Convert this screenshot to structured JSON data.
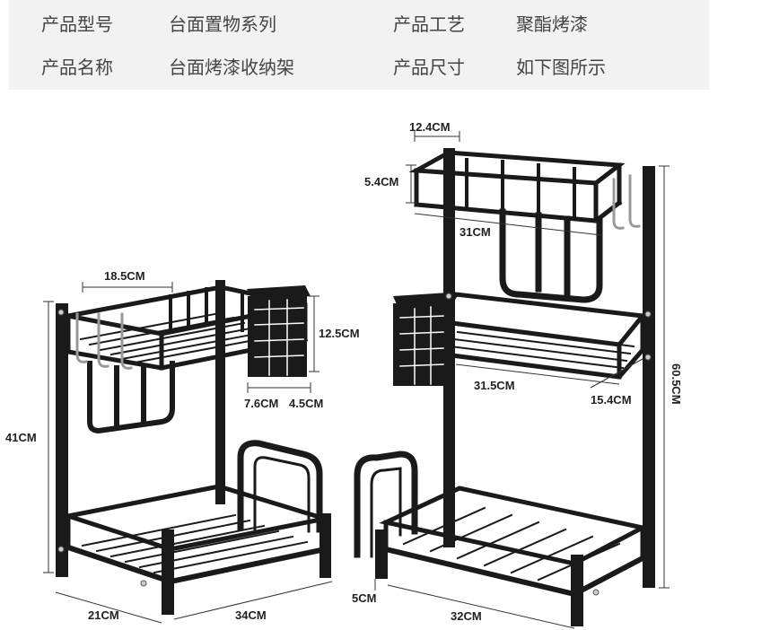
{
  "spec_table": {
    "row1": {
      "label1": "产品型号",
      "value1": "台面置物系列",
      "label2": "产品工艺",
      "value2": "聚酯烤漆"
    },
    "row2": {
      "label1": "产品名称",
      "value1": "台面烤漆收纳架",
      "label2": "产品尺寸",
      "value2": "如下图所示"
    }
  },
  "dimensions": {
    "left_rack": {
      "top_width": "18.5CM",
      "holder_height": "12.5CM",
      "holder_width": "7.6CM",
      "holder_depth": "4.5CM",
      "total_height": "41CM",
      "depth": "21CM",
      "width": "34CM"
    },
    "right_rack": {
      "top_depth": "12.4CM",
      "top_height": "5.4CM",
      "top_width": "31CM",
      "middle_width": "31.5CM",
      "middle_depth": "15.4CM",
      "total_height": "60.5CM",
      "foot_height": "5CM",
      "bottom_width": "32CM"
    }
  },
  "colors": {
    "rack": "#1a1a1a",
    "table_bg": "#f2f2f2",
    "dimension_line": "#333333"
  }
}
